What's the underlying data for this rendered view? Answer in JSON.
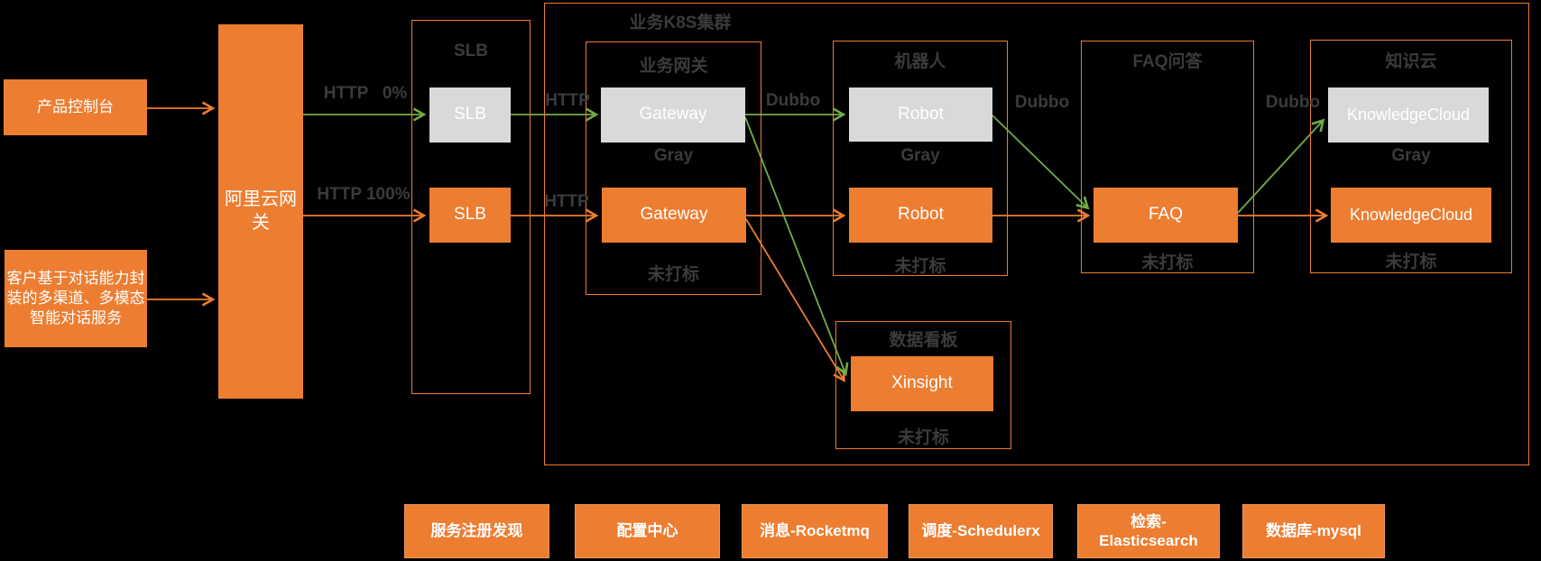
{
  "palette": {
    "orange": "#ED7D31",
    "gray_fill": "#D9D9D9",
    "green_arrow": "#70AD47",
    "orange_arrow": "#ED7D31",
    "label_gray": "#3B3B3B",
    "background": "#000000",
    "box_text": "#FFFFFF"
  },
  "sources": {
    "product_console": "产品控制台",
    "customer_service": "客户基于对话能力封装的多渠道、多模态智能对话服务"
  },
  "ali_gateway": {
    "label": "阿里云网关"
  },
  "slb": {
    "title": "SLB",
    "gray_box": "SLB",
    "untagged_box": "SLB"
  },
  "cluster": {
    "title": "业务K8S集群",
    "gateway_group": {
      "title": "业务网关",
      "gray_box": "Gateway",
      "untagged_box": "Gateway",
      "gray_label": "Gray",
      "untagged_label": "未打标"
    },
    "robot_group": {
      "title": "机器人",
      "gray_box": "Robot",
      "untagged_box": "Robot",
      "gray_label": "Gray",
      "untagged_label": "未打标"
    },
    "faq_group": {
      "title": "FAQ问答",
      "untagged_box": "FAQ",
      "untagged_label": "未打标"
    },
    "knowledge_group": {
      "title": "知识云",
      "gray_box": "KnowledgeCloud",
      "untagged_box": "KnowledgeCloud",
      "gray_label": "Gray",
      "untagged_label": "未打标"
    },
    "dashboard_group": {
      "title": "数据看板",
      "untagged_box": "Xinsight",
      "untagged_label": "未打标"
    }
  },
  "edge_labels": {
    "http_0": "HTTP   0%",
    "http_100": "HTTP 100%",
    "http_gray": "HTTP",
    "http_untagged": "HTTP",
    "dubbo_gateway_robot": "Dubbo",
    "dubbo_robot_faq": "Dubbo",
    "dubbo_faq_knowledge": "Dubbo"
  },
  "middleware": [
    "服务注册发现",
    "配置中心",
    "消息-Rocketmq",
    "调度-Schedulerx",
    "检索-Elasticsearch",
    "数据库-mysql"
  ]
}
